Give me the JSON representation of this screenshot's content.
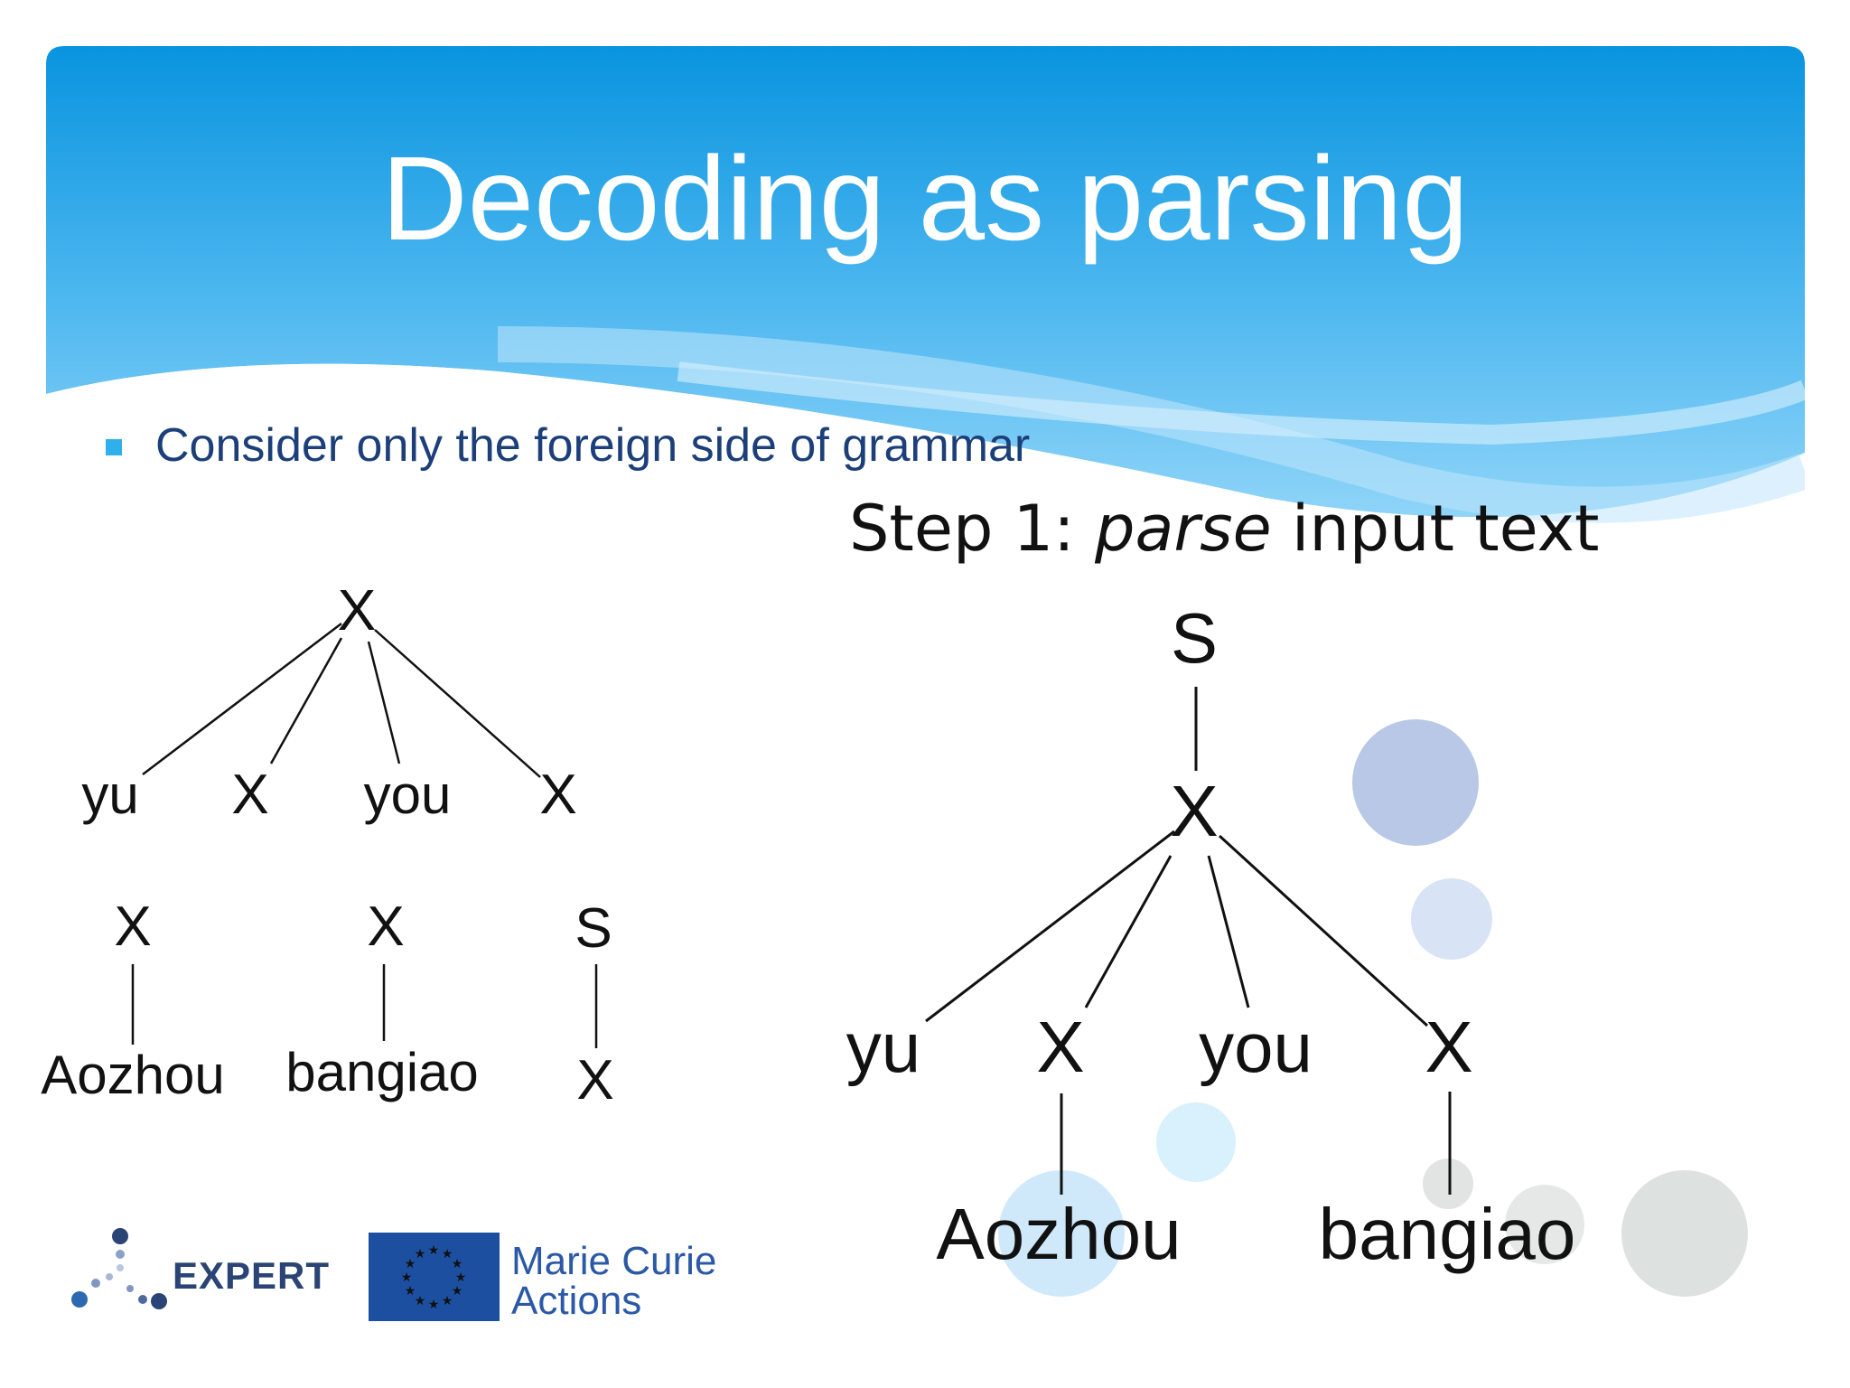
{
  "slide": {
    "title": "Decoding as parsing",
    "bullet": "Consider only the foreign side of grammar",
    "step_prefix": "Step 1: ",
    "step_italic": "parse",
    "step_suffix": " input text"
  },
  "left_diagram": {
    "rule1": {
      "root": "X",
      "children": [
        "yu",
        "X",
        "you",
        "X"
      ]
    },
    "rule2": {
      "root": "X",
      "leaf": "Aozhou"
    },
    "rule3": {
      "root": "X",
      "leaf": "bangiao"
    },
    "rule4": {
      "root": "S",
      "leaf": "X"
    }
  },
  "right_tree": {
    "root": "S",
    "node": "X",
    "children": [
      "yu",
      "X",
      "you",
      "X"
    ],
    "leaf1": "Aozhou",
    "leaf2": "bangiao"
  },
  "logos": {
    "expert": "EXPERT",
    "marie_curie_line1": "Marie Curie",
    "marie_curie_line2": "Actions"
  },
  "colors": {
    "header_top": "#0a96e0",
    "header_bottom": "#6ec6f4",
    "bullet": "#2fb0ea",
    "bullet_text": "#1c3f7a",
    "eu_flag": "#1c4fa0",
    "eu_stars": "#ffd200"
  }
}
